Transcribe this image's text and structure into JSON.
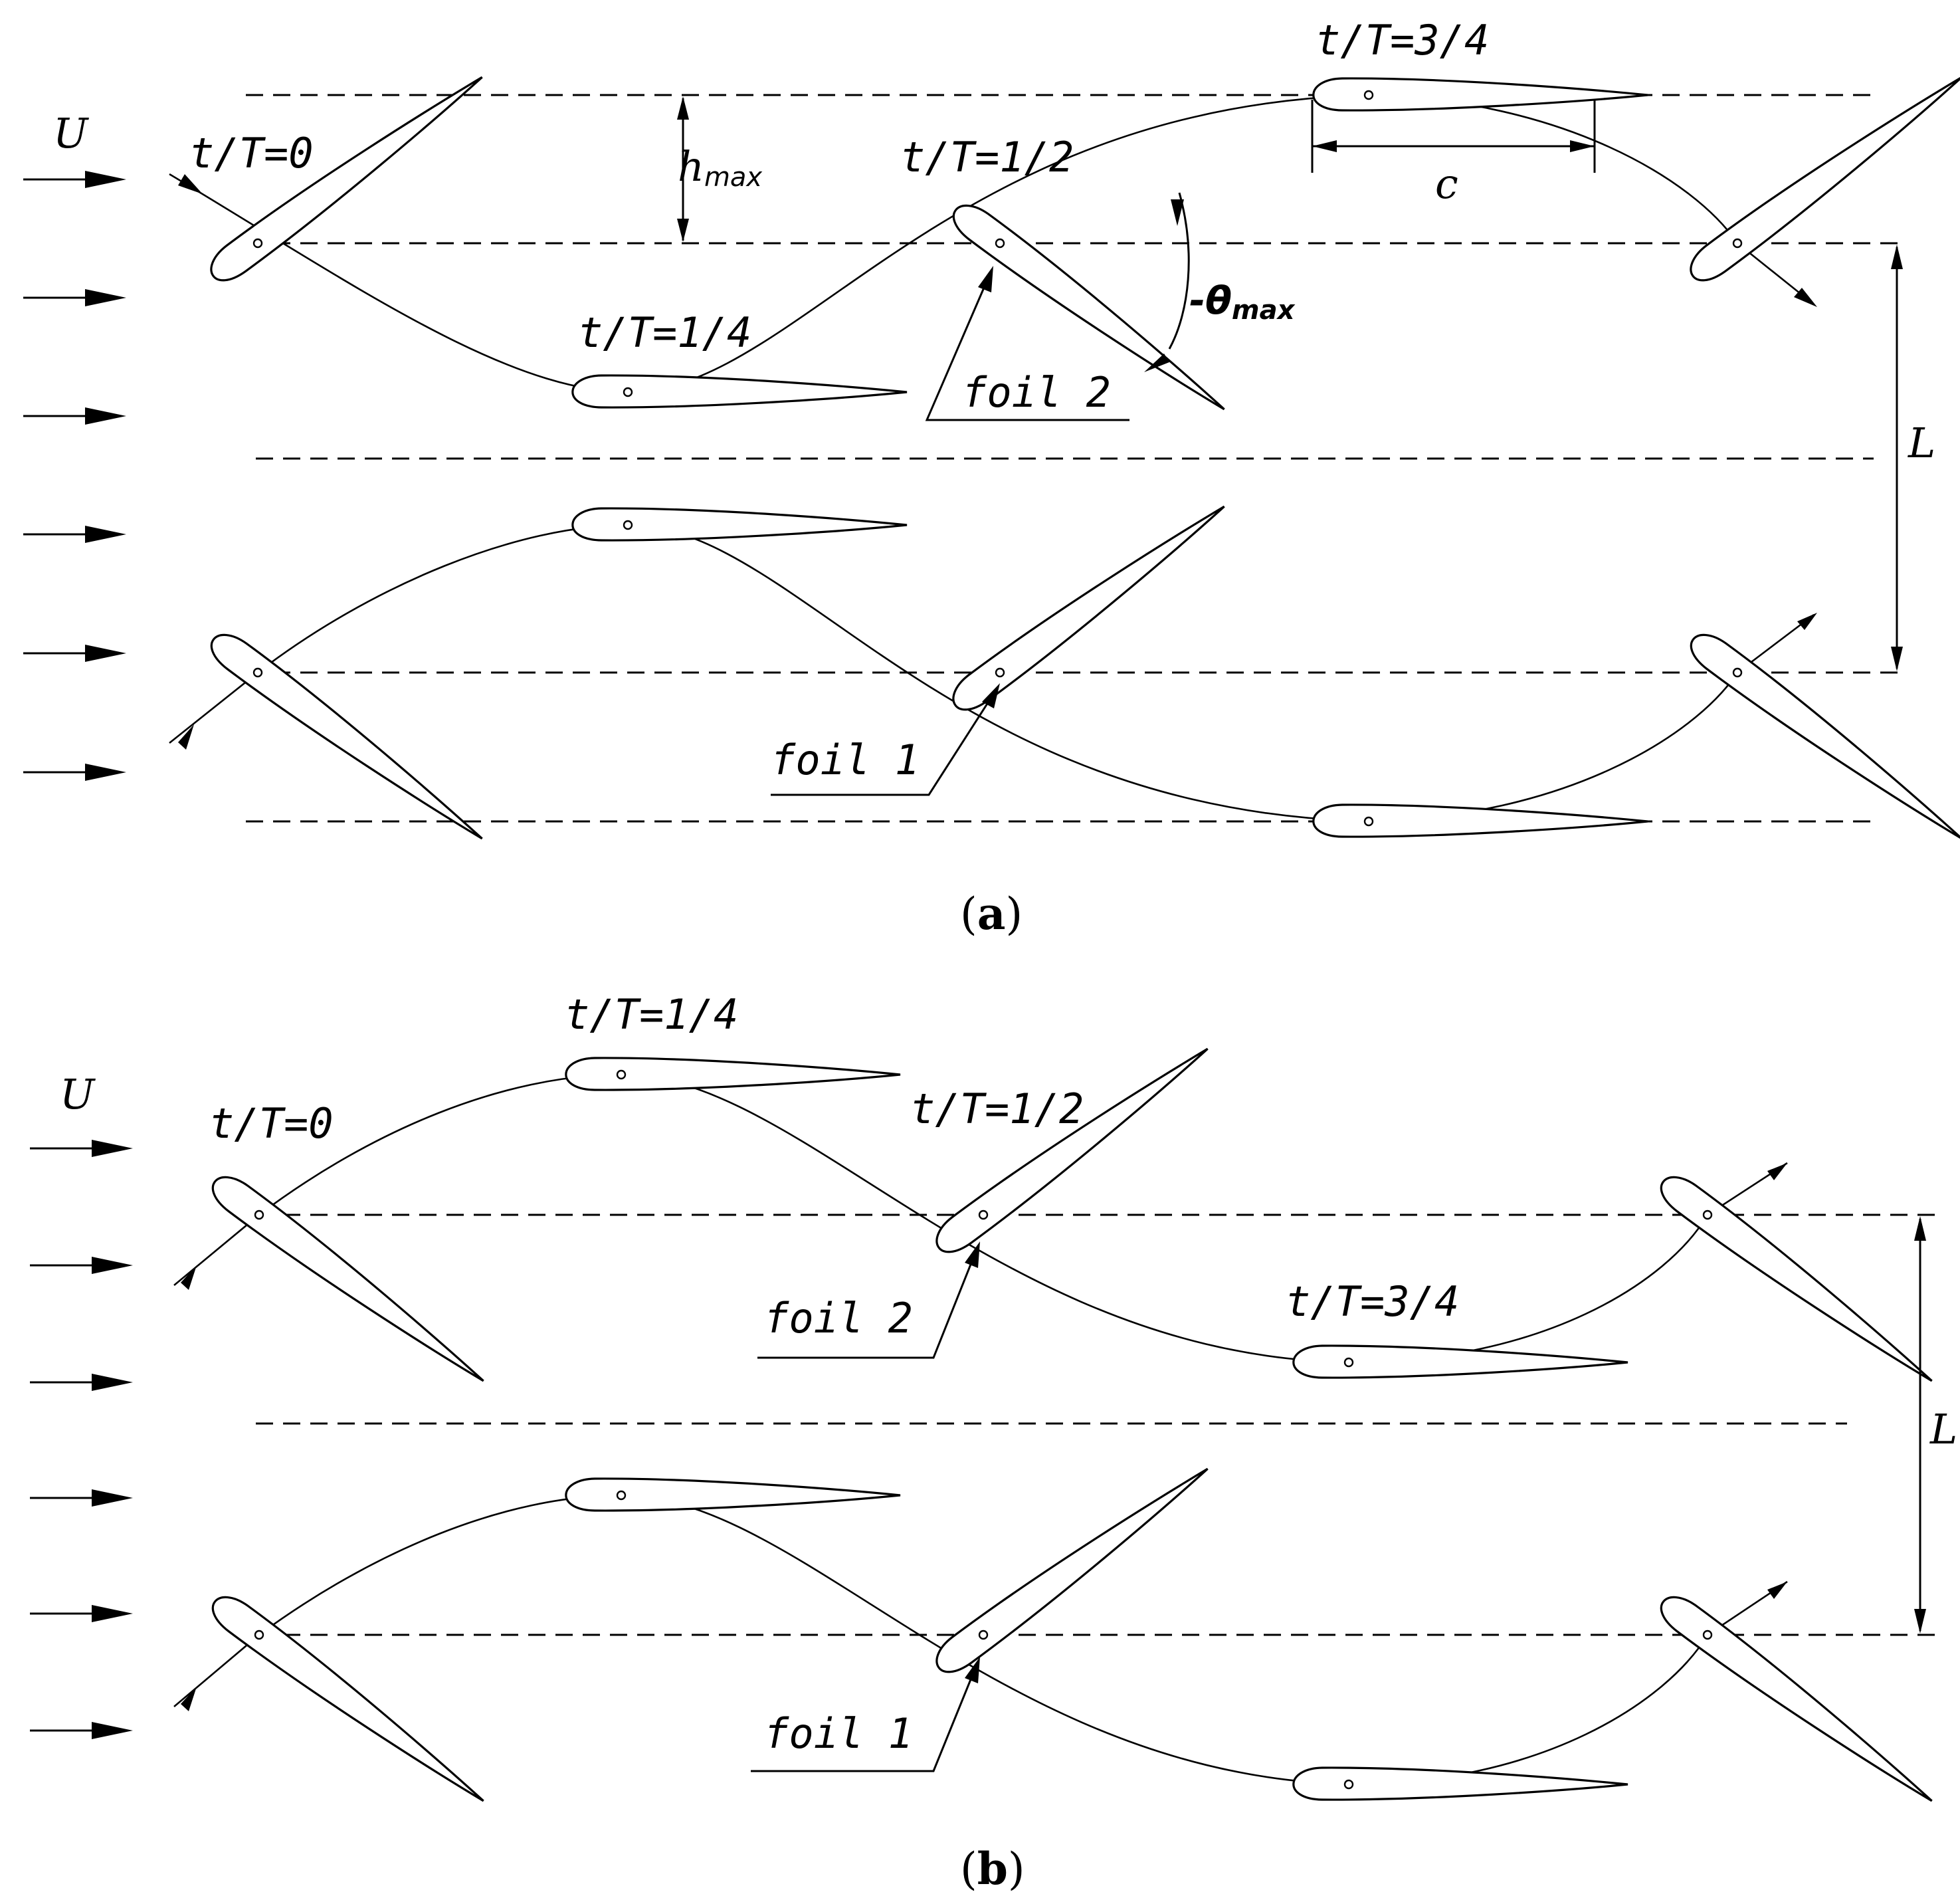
{
  "panel_a": {
    "caption_open": "(",
    "caption_letter": "a",
    "caption_close": ")",
    "flow_label": "U",
    "time_labels": [
      "t/T=0",
      "t/T=1/4",
      "t/T=1/2",
      "t/T=3/4"
    ],
    "heave_label": "h",
    "heave_subscript": "max",
    "pitch_label": "-θ",
    "pitch_subscript": "max",
    "chord_label": "c",
    "spacing_label": "L",
    "foil_upper_label": "foil 2",
    "foil_lower_label": "foil 1"
  },
  "panel_b": {
    "caption_open": "(",
    "caption_letter": "b",
    "caption_close": ")",
    "flow_label": "U",
    "time_labels": [
      "t/T=0",
      "t/T=1/4",
      "t/T=1/2",
      "t/T=3/4"
    ],
    "spacing_label": "L",
    "foil_upper_label": "foil 2",
    "foil_lower_label": "foil 1"
  }
}
